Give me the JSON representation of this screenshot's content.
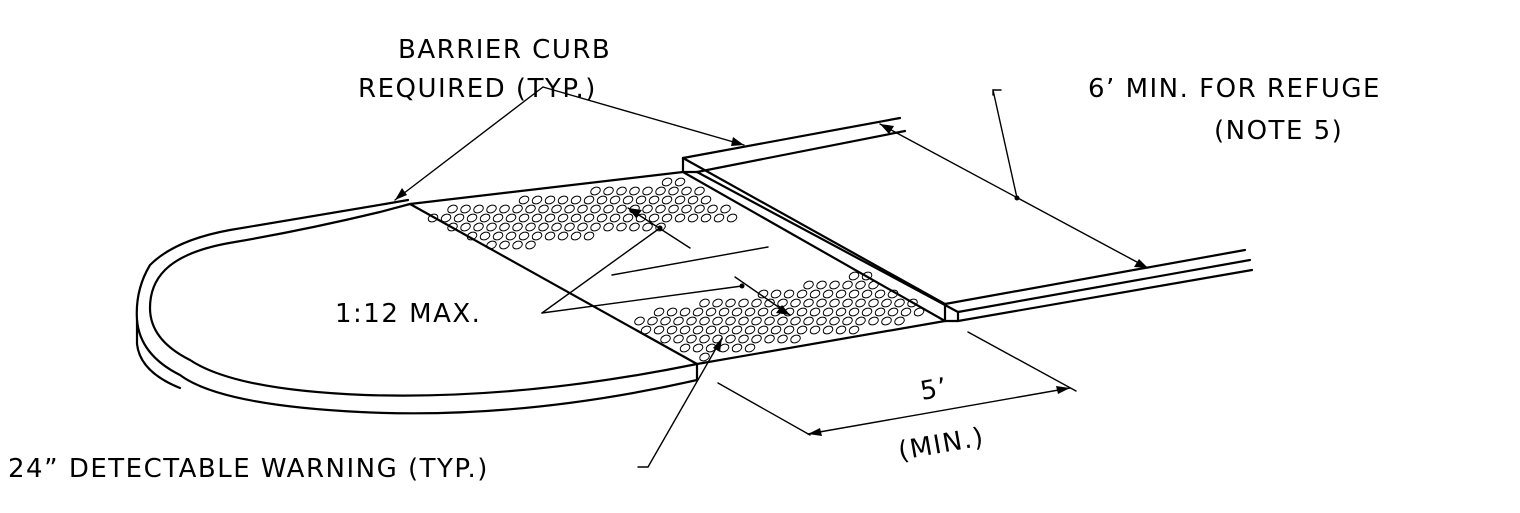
{
  "diagram": {
    "labels": {
      "barrier_curb_line1": "BARRIER CURB",
      "barrier_curb_line2": "REQUIRED (TYP.)",
      "refuge_line1": "6’ MIN. FOR REFUGE",
      "refuge_line2": "(NOTE 5)",
      "slope": "1:12 MAX.",
      "detectable_warning": "24” DETECTABLE WARNING (TYP.)",
      "width_value": "5’",
      "width_note": "(MIN.)"
    },
    "colors": {
      "ink": "#000000",
      "background": "#ffffff"
    }
  }
}
